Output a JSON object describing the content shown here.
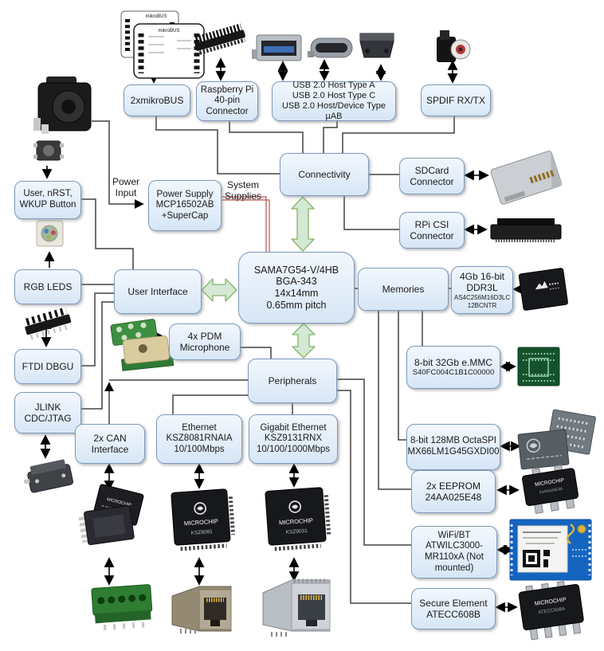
{
  "nodes": {
    "mikrobus": "2xmikroBUS",
    "rpi40": "Raspberry Pi\n40-pin\nConnector",
    "usb": "USB 2.0 Host Type A\nUSB 2.0 Host Type C\nUSB 2.0 Host/Device Type µAB",
    "spdif": "SPDIF RX/TX",
    "connectivity": "Connectivity",
    "sdcard": "SDCard\nConnector",
    "rpicsi": "RPi CSI\nConnector",
    "userbtn": "User, nRST,\nWKUP Button",
    "psu": "Power Supply\nMCP16502AB\n+SuperCap",
    "rgbleds": "RGB LEDS",
    "userif": "User Interface",
    "sama7": "SAMA7G54-V/4HB\nBGA-343\n14x14mm\n0.65mm pitch",
    "memories": "Memories",
    "ddr3l": {
      "label": "4Gb 16-bit\nDDR3L",
      "part": "AS4C256M16D3LC\n12BCNTR"
    },
    "ftdi": "FTDI DBGU",
    "jlink": "JLINK\nCDC/JTAG",
    "pdmmic": "4x PDM\nMicrophone",
    "peripherals": "Peripherals",
    "can": "2x CAN\nInterface",
    "eth": "Ethernet\nKSZ8081RNAIA\n10/100Mbps",
    "geth": "Gigabit Ethernet\nKSZ9131RNX\n10/100/1000Mbps",
    "emmc": {
      "label": "8-bit 32Gb e.MMC",
      "part": "S40FC004C1B1C00000"
    },
    "octaspi": "8-bit 128MB OctaSPI\nMX66LM1G45GXDI00",
    "eeprom": "2x EEPROM\n24AA025E48",
    "wifi": "WiFi/BT\nATWILC3000-\nMR110xA (Not\nmounted)",
    "secure": "Secure Element\nATECC608B"
  },
  "labels": {
    "power_input": "Power\nInput",
    "system_supplies": "System\nSupplies"
  },
  "chip_markings": {
    "microchip": "MICROCHIP",
    "ksz8081": "KSZ8081",
    "ksz9031": "KSZ9031",
    "atecc": "ATECC608A",
    "eeprom_part": "24AA025E48",
    "mikrobus_logo": "mikroBUS"
  },
  "colors": {
    "node_fill": "#dae8fc",
    "node_border": "#6c8ebf",
    "bus_arrow_fill": "#d5e8d4",
    "bus_arrow_stroke": "#82b366",
    "supply_line": "#b85450",
    "wire": "#424242"
  }
}
